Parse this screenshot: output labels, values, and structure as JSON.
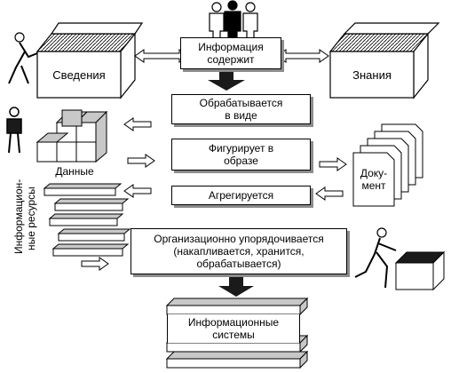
{
  "nodes": {
    "info_contains": "Информация\nсодержит",
    "svedeniya": "Сведения",
    "znaniya": "Знания",
    "processed": "Обрабатывается\nв виде",
    "figures": "Фигурирует в\nобразе",
    "aggregated": "Агрегируется",
    "organized": "Организационно упорядочивается\n(накапливается, хранится,\nобрабатывается)",
    "info_systems": "Информационные\nсистемы",
    "data": "Данные",
    "document": "Доку-\nмент",
    "info_resources_1": "Информацион-",
    "info_resources_2": "ные ресурсы"
  },
  "colors": {
    "line": "#000000",
    "shadow": "#8c8c8c",
    "gray": "#c8c8c8",
    "dark": "#1a1a1a",
    "white": "#ffffff"
  },
  "icons": [
    "people-icon",
    "person-pushing-box-icon",
    "crate-icon",
    "cubes-icon",
    "person-icon",
    "stacked-plates-icon",
    "document-stack-icon",
    "person-carrying-box-icon",
    "arrow-icon"
  ]
}
